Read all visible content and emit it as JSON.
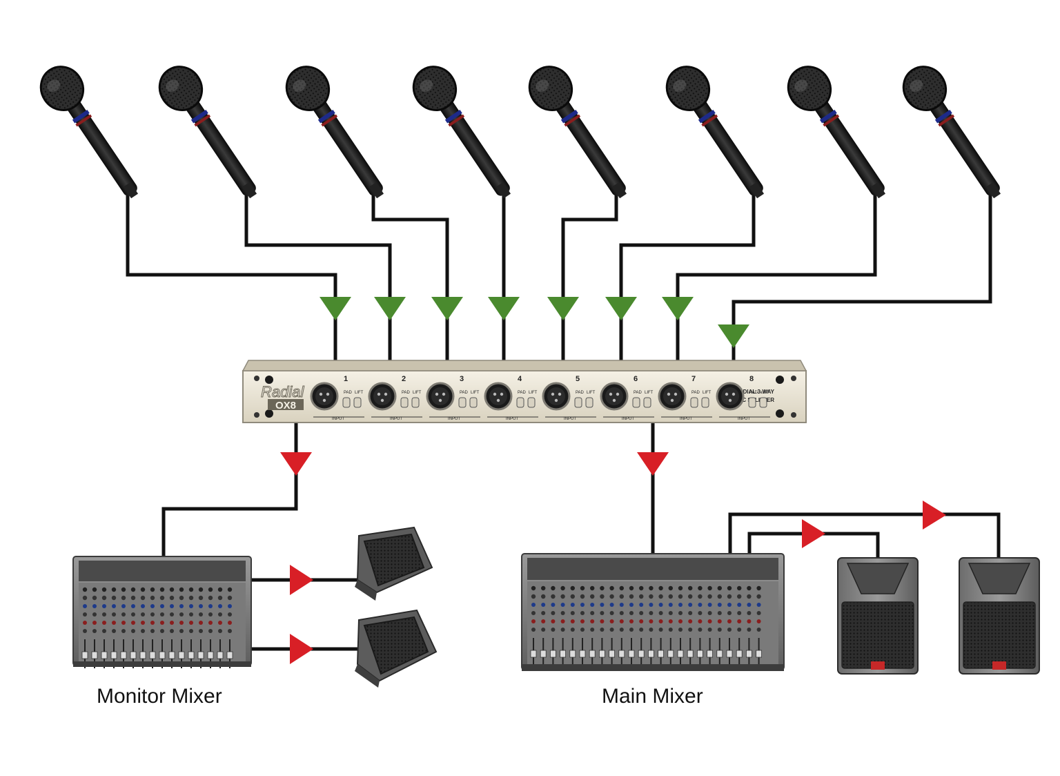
{
  "labels": {
    "monitor_mixer": "Monitor Mixer",
    "main_mixer": "Main Mixer"
  },
  "splitter": {
    "brand": "Radial",
    "model": "OX8",
    "description_line1": "RADIAL 3-WAY",
    "description_line2": "MIC SPLITTER",
    "channel_numbers": [
      "1",
      "2",
      "3",
      "4",
      "5",
      "6",
      "7",
      "8"
    ],
    "pad_label": "PAD",
    "lift_label": "LIFT",
    "input_label": "INPUT"
  },
  "colors": {
    "input_arrow": "#4a8a2e",
    "output_arrow": "#d81f26",
    "cable": "#111111",
    "rack_panel": "#ece6d6"
  },
  "icons": {
    "microphone": "microphone-icon",
    "splitter": "rack-splitter-icon",
    "mixer": "mixing-console-icon",
    "monitor": "stage-monitor-icon",
    "speaker": "pa-speaker-icon"
  }
}
